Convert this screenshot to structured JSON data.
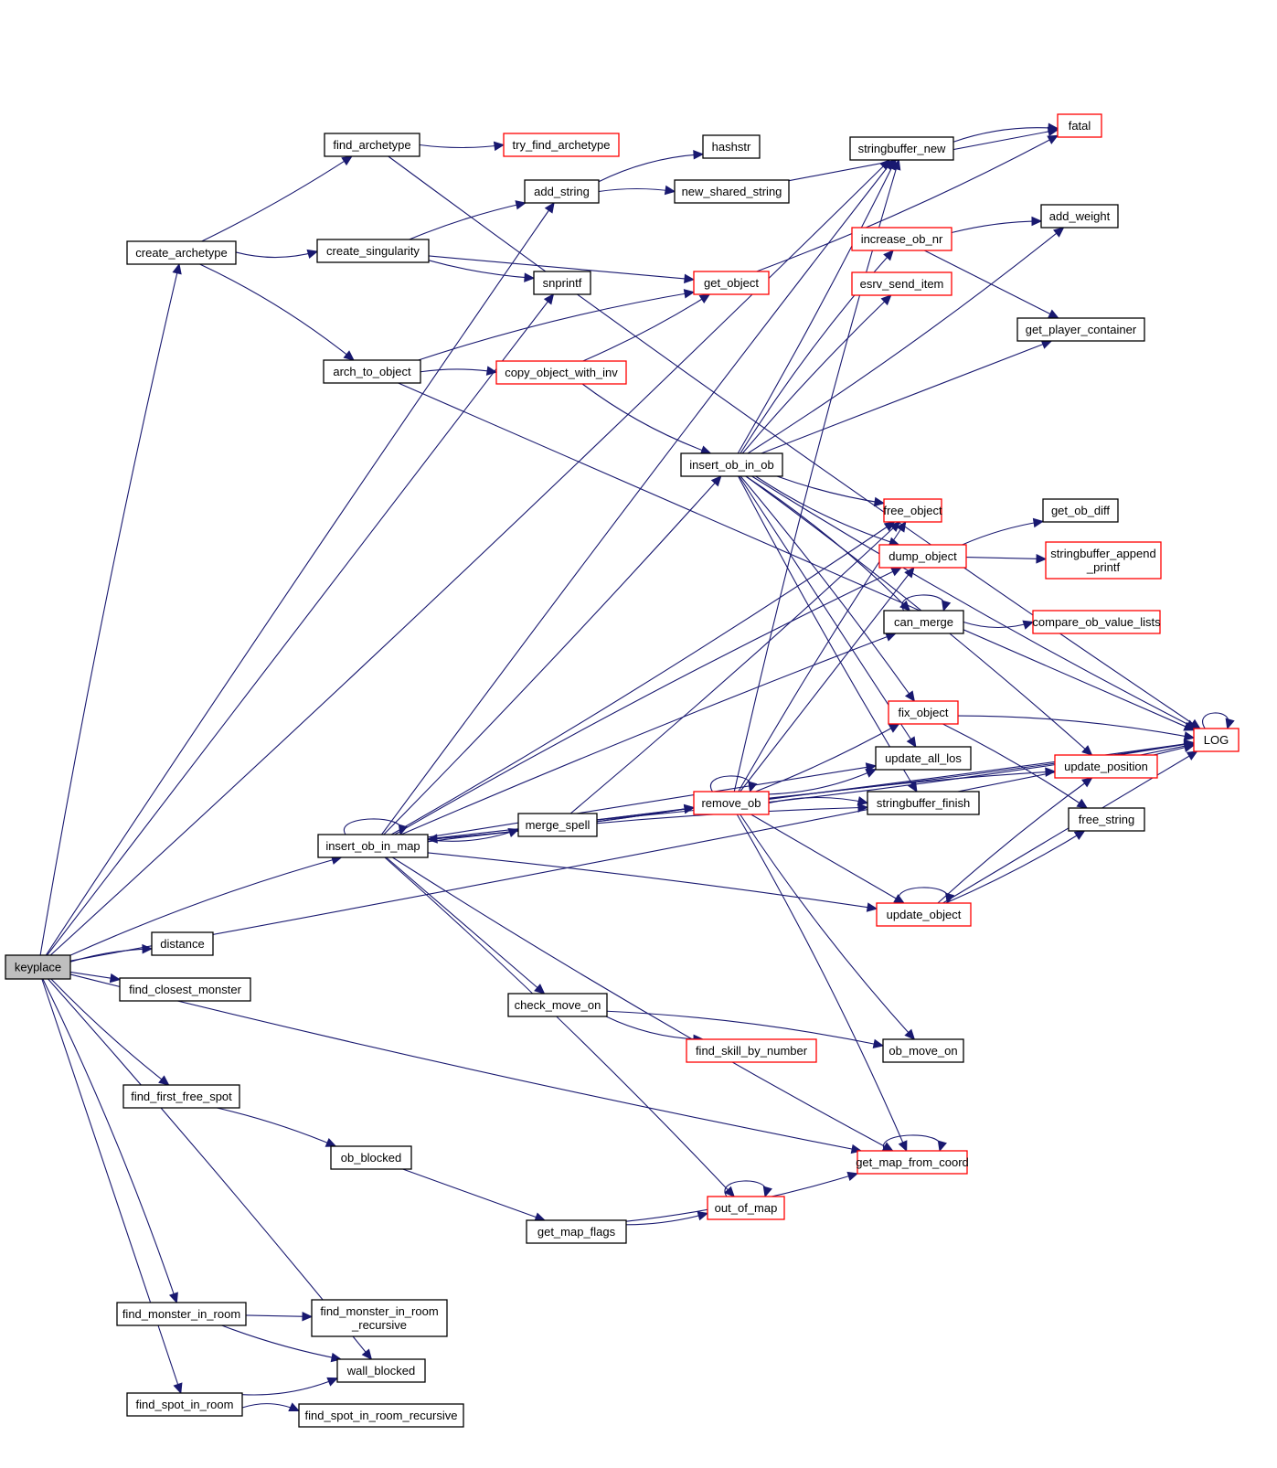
{
  "diagram": {
    "type": "call-graph",
    "root": "keyplace",
    "colors": {
      "edge": "#191970",
      "node_border": "#000000",
      "truncated_node_border": "#ff0000",
      "root_fill": "#bfbfbf",
      "node_fill": "#ffffff"
    },
    "nodes": [
      {
        "id": "keyplace",
        "label": "keyplace",
        "style": "root"
      },
      {
        "id": "find_archetype",
        "label": "find_archetype",
        "style": "normal"
      },
      {
        "id": "try_find_archetype",
        "label": "try_find_archetype",
        "style": "truncated"
      },
      {
        "id": "hashstr",
        "label": "hashstr",
        "style": "normal"
      },
      {
        "id": "add_string",
        "label": "add_string",
        "style": "normal"
      },
      {
        "id": "new_shared_string",
        "label": "new_shared_string",
        "style": "normal"
      },
      {
        "id": "create_archetype",
        "label": "create_archetype",
        "style": "normal"
      },
      {
        "id": "create_singularity",
        "label": "create_singularity",
        "style": "normal"
      },
      {
        "id": "snprintf",
        "label": "snprintf",
        "style": "normal"
      },
      {
        "id": "get_object",
        "label": "get_object",
        "style": "truncated"
      },
      {
        "id": "arch_to_object",
        "label": "arch_to_object",
        "style": "normal"
      },
      {
        "id": "copy_object_with_inv",
        "label": "copy_object_with_inv",
        "style": "truncated"
      },
      {
        "id": "fatal",
        "label": "fatal",
        "style": "truncated"
      },
      {
        "id": "stringbuffer_new",
        "label": "stringbuffer_new",
        "style": "normal"
      },
      {
        "id": "add_weight",
        "label": "add_weight",
        "style": "normal"
      },
      {
        "id": "increase_ob_nr",
        "label": "increase_ob_nr",
        "style": "truncated"
      },
      {
        "id": "esrv_send_item",
        "label": "esrv_send_item",
        "style": "truncated"
      },
      {
        "id": "get_player_container",
        "label": "get_player_container",
        "style": "normal"
      },
      {
        "id": "insert_ob_in_ob",
        "label": "insert_ob_in_ob",
        "style": "normal"
      },
      {
        "id": "free_object",
        "label": "free_object",
        "style": "truncated"
      },
      {
        "id": "get_ob_diff",
        "label": "get_ob_diff",
        "style": "normal"
      },
      {
        "id": "dump_object",
        "label": "dump_object",
        "style": "truncated"
      },
      {
        "id": "stringbuffer_append_printf",
        "label": "stringbuffer_append\n_printf",
        "style": "truncated"
      },
      {
        "id": "can_merge",
        "label": "can_merge",
        "style": "normal"
      },
      {
        "id": "compare_ob_value_lists",
        "label": "compare_ob_value_lists",
        "style": "truncated"
      },
      {
        "id": "fix_object",
        "label": "fix_object",
        "style": "truncated"
      },
      {
        "id": "LOG",
        "label": "LOG",
        "style": "truncated"
      },
      {
        "id": "update_all_los",
        "label": "update_all_los",
        "style": "normal"
      },
      {
        "id": "update_position",
        "label": "update_position",
        "style": "truncated"
      },
      {
        "id": "remove_ob",
        "label": "remove_ob",
        "style": "truncated"
      },
      {
        "id": "stringbuffer_finish",
        "label": "stringbuffer_finish",
        "style": "normal"
      },
      {
        "id": "free_string",
        "label": "free_string",
        "style": "normal"
      },
      {
        "id": "insert_ob_in_map",
        "label": "insert_ob_in_map",
        "style": "normal"
      },
      {
        "id": "merge_spell",
        "label": "merge_spell",
        "style": "normal"
      },
      {
        "id": "update_object",
        "label": "update_object",
        "style": "truncated"
      },
      {
        "id": "distance",
        "label": "distance",
        "style": "normal"
      },
      {
        "id": "find_closest_monster",
        "label": "find_closest_monster",
        "style": "normal"
      },
      {
        "id": "check_move_on",
        "label": "check_move_on",
        "style": "normal"
      },
      {
        "id": "find_skill_by_number",
        "label": "find_skill_by_number",
        "style": "truncated"
      },
      {
        "id": "ob_move_on",
        "label": "ob_move_on",
        "style": "normal"
      },
      {
        "id": "find_first_free_spot",
        "label": "find_first_free_spot",
        "style": "normal"
      },
      {
        "id": "ob_blocked",
        "label": "ob_blocked",
        "style": "normal"
      },
      {
        "id": "get_map_from_coord",
        "label": "get_map_from_coord",
        "style": "truncated"
      },
      {
        "id": "out_of_map",
        "label": "out_of_map",
        "style": "truncated"
      },
      {
        "id": "get_map_flags",
        "label": "get_map_flags",
        "style": "normal"
      },
      {
        "id": "find_monster_in_room",
        "label": "find_monster_in_room",
        "style": "normal"
      },
      {
        "id": "find_monster_in_room_recursive",
        "label": "find_monster_in_room\n_recursive",
        "style": "normal"
      },
      {
        "id": "wall_blocked",
        "label": "wall_blocked",
        "style": "normal"
      },
      {
        "id": "find_spot_in_room",
        "label": "find_spot_in_room",
        "style": "normal"
      },
      {
        "id": "find_spot_in_room_recursive",
        "label": "find_spot_in_room_recursive",
        "style": "normal"
      }
    ],
    "edges": [
      [
        "keyplace",
        "create_archetype"
      ],
      [
        "keyplace",
        "add_string"
      ],
      [
        "keyplace",
        "snprintf"
      ],
      [
        "keyplace",
        "LOG"
      ],
      [
        "keyplace",
        "stringbuffer_new"
      ],
      [
        "keyplace",
        "insert_ob_in_map"
      ],
      [
        "keyplace",
        "distance"
      ],
      [
        "keyplace",
        "find_closest_monster"
      ],
      [
        "keyplace",
        "find_first_free_spot"
      ],
      [
        "keyplace",
        "get_map_from_coord"
      ],
      [
        "keyplace",
        "find_monster_in_room"
      ],
      [
        "keyplace",
        "wall_blocked"
      ],
      [
        "keyplace",
        "find_spot_in_room"
      ],
      [
        "find_archetype",
        "try_find_archetype"
      ],
      [
        "find_archetype",
        "LOG"
      ],
      [
        "add_string",
        "hashstr"
      ],
      [
        "add_string",
        "new_shared_string"
      ],
      [
        "new_shared_string",
        "fatal"
      ],
      [
        "create_archetype",
        "find_archetype"
      ],
      [
        "create_archetype",
        "create_singularity"
      ],
      [
        "create_archetype",
        "arch_to_object"
      ],
      [
        "create_singularity",
        "add_string"
      ],
      [
        "create_singularity",
        "get_object"
      ],
      [
        "create_singularity",
        "snprintf"
      ],
      [
        "get_object",
        "fatal"
      ],
      [
        "arch_to_object",
        "get_object"
      ],
      [
        "arch_to_object",
        "copy_object_with_inv"
      ],
      [
        "arch_to_object",
        "LOG"
      ],
      [
        "copy_object_with_inv",
        "get_object"
      ],
      [
        "copy_object_with_inv",
        "insert_ob_in_ob"
      ],
      [
        "stringbuffer_new",
        "fatal"
      ],
      [
        "increase_ob_nr",
        "add_weight"
      ],
      [
        "increase_ob_nr",
        "get_player_container"
      ],
      [
        "insert_ob_in_ob",
        "stringbuffer_new"
      ],
      [
        "insert_ob_in_ob",
        "add_weight"
      ],
      [
        "insert_ob_in_ob",
        "increase_ob_nr"
      ],
      [
        "insert_ob_in_ob",
        "esrv_send_item"
      ],
      [
        "insert_ob_in_ob",
        "get_player_container"
      ],
      [
        "insert_ob_in_ob",
        "free_object"
      ],
      [
        "insert_ob_in_ob",
        "dump_object"
      ],
      [
        "insert_ob_in_ob",
        "can_merge"
      ],
      [
        "insert_ob_in_ob",
        "fix_object"
      ],
      [
        "insert_ob_in_ob",
        "update_all_los"
      ],
      [
        "insert_ob_in_ob",
        "stringbuffer_finish"
      ],
      [
        "insert_ob_in_ob",
        "LOG"
      ],
      [
        "insert_ob_in_ob",
        "update_position"
      ],
      [
        "dump_object",
        "get_ob_diff"
      ],
      [
        "dump_object",
        "stringbuffer_append_printf"
      ],
      [
        "can_merge",
        "can_merge"
      ],
      [
        "can_merge",
        "compare_ob_value_lists"
      ],
      [
        "fix_object",
        "LOG"
      ],
      [
        "fix_object",
        "free_string"
      ],
      [
        "update_position",
        "LOG"
      ],
      [
        "LOG",
        "LOG"
      ],
      [
        "remove_ob",
        "remove_ob"
      ],
      [
        "remove_ob",
        "stringbuffer_new"
      ],
      [
        "remove_ob",
        "free_object"
      ],
      [
        "remove_ob",
        "dump_object"
      ],
      [
        "remove_ob",
        "fix_object"
      ],
      [
        "remove_ob",
        "update_all_los"
      ],
      [
        "remove_ob",
        "stringbuffer_finish"
      ],
      [
        "remove_ob",
        "update_position"
      ],
      [
        "remove_ob",
        "update_object"
      ],
      [
        "remove_ob",
        "LOG"
      ],
      [
        "remove_ob",
        "ob_move_on"
      ],
      [
        "remove_ob",
        "get_map_from_coord"
      ],
      [
        "remove_ob",
        "insert_ob_in_map"
      ],
      [
        "insert_ob_in_map",
        "insert_ob_in_map"
      ],
      [
        "insert_ob_in_map",
        "insert_ob_in_ob"
      ],
      [
        "insert_ob_in_map",
        "free_object"
      ],
      [
        "insert_ob_in_map",
        "dump_object"
      ],
      [
        "insert_ob_in_map",
        "can_merge"
      ],
      [
        "insert_ob_in_map",
        "update_all_los"
      ],
      [
        "insert_ob_in_map",
        "remove_ob"
      ],
      [
        "insert_ob_in_map",
        "merge_spell"
      ],
      [
        "insert_ob_in_map",
        "stringbuffer_finish"
      ],
      [
        "insert_ob_in_map",
        "update_object"
      ],
      [
        "insert_ob_in_map",
        "check_move_on"
      ],
      [
        "insert_ob_in_map",
        "LOG"
      ],
      [
        "insert_ob_in_map",
        "get_map_from_coord"
      ],
      [
        "insert_ob_in_map",
        "out_of_map"
      ],
      [
        "insert_ob_in_map",
        "stringbuffer_new"
      ],
      [
        "merge_spell",
        "remove_ob"
      ],
      [
        "merge_spell",
        "free_object"
      ],
      [
        "merge_spell",
        "LOG"
      ],
      [
        "update_object",
        "update_object"
      ],
      [
        "update_object",
        "update_position"
      ],
      [
        "update_object",
        "LOG"
      ],
      [
        "update_object",
        "free_string"
      ],
      [
        "check_move_on",
        "find_skill_by_number"
      ],
      [
        "check_move_on",
        "ob_move_on"
      ],
      [
        "find_first_free_spot",
        "ob_blocked"
      ],
      [
        "ob_blocked",
        "get_map_flags"
      ],
      [
        "get_map_flags",
        "out_of_map"
      ],
      [
        "get_map_flags",
        "get_map_from_coord"
      ],
      [
        "out_of_map",
        "out_of_map"
      ],
      [
        "get_map_from_coord",
        "get_map_from_coord"
      ],
      [
        "find_monster_in_room",
        "find_monster_in_room_recursive"
      ],
      [
        "find_monster_in_room",
        "wall_blocked"
      ],
      [
        "find_spot_in_room",
        "wall_blocked"
      ],
      [
        "find_spot_in_room",
        "find_spot_in_room_recursive"
      ]
    ]
  }
}
